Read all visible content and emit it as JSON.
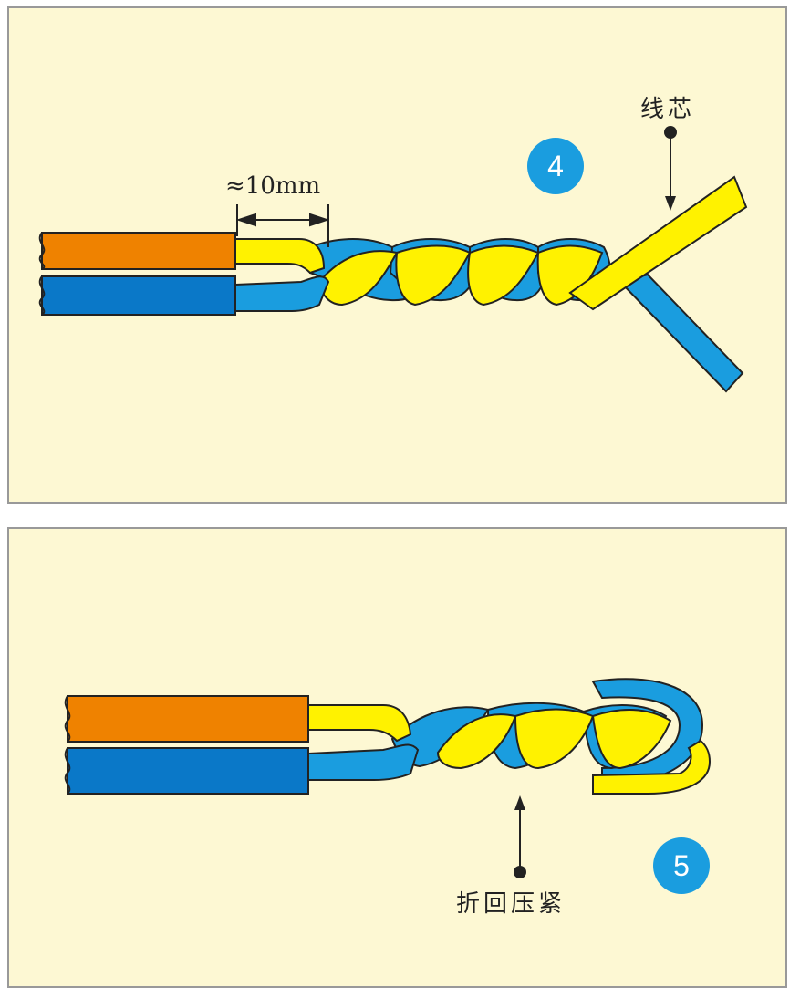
{
  "panels": [
    {
      "step": "4",
      "labels": {
        "core": "线芯",
        "dimension": "≈10mm"
      }
    },
    {
      "step": "5",
      "labels": {
        "fold": "折回压紧"
      }
    }
  ],
  "colors": {
    "background": "#fdf8d3",
    "border": "#999999",
    "orange_sheath": "#ef8200",
    "blue_sheath": "#0a78c8",
    "yellow_core": "#fff200",
    "blue_core": "#1a9ddf",
    "badge": "#1a9ddf",
    "outline": "#222222"
  },
  "icons": [
    "arrow-down-icon",
    "arrow-up-icon",
    "dimension-arrow-icon"
  ]
}
